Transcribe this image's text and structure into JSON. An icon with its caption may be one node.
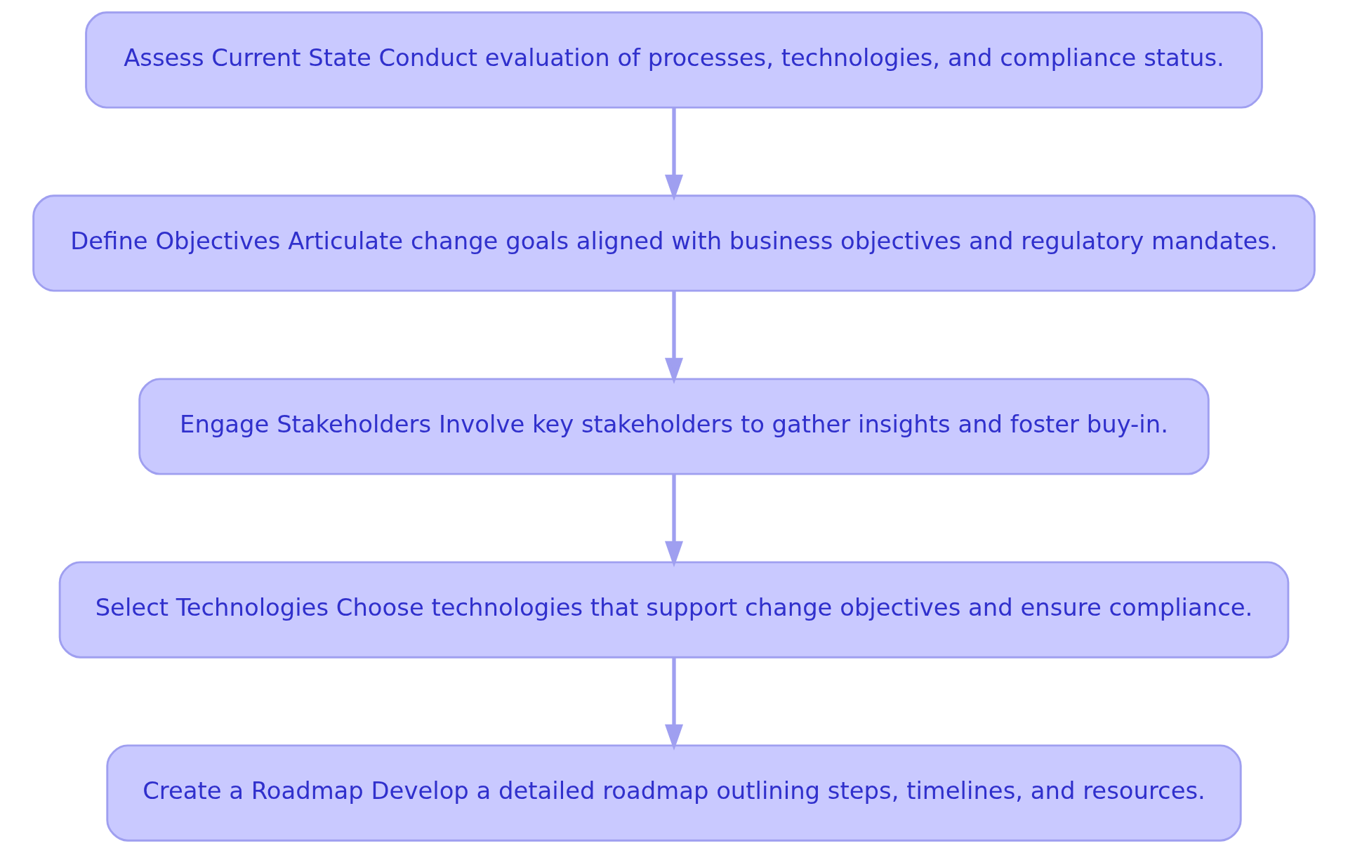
{
  "diagram": {
    "nodes": [
      {
        "text": [
          "Assess Current State Conduct evaluation of processes, technologies, and compliance status."
        ]
      },
      {
        "text": [
          "Define Objectives Articulate change goals aligned with business objectives and regulatory mandates."
        ]
      },
      {
        "text": [
          "Engage Stakeholders Involve key stakeholders to gather insights and foster buy-in."
        ]
      },
      {
        "text": [
          "Select Technologies Choose technologies that support change objectives and ensure compliance."
        ]
      },
      {
        "text": [
          "Create a Roadmap Develop a detailed roadmap outlining steps, timelines, and resources."
        ]
      }
    ],
    "edges": [
      {
        "from": 0,
        "to": 1,
        "arrow": "to"
      },
      {
        "from": 1,
        "to": 2,
        "arrow": "to"
      },
      {
        "from": 2,
        "to": 3,
        "arrow": "to"
      },
      {
        "from": 3,
        "to": 4,
        "arrow": "to"
      }
    ]
  }
}
